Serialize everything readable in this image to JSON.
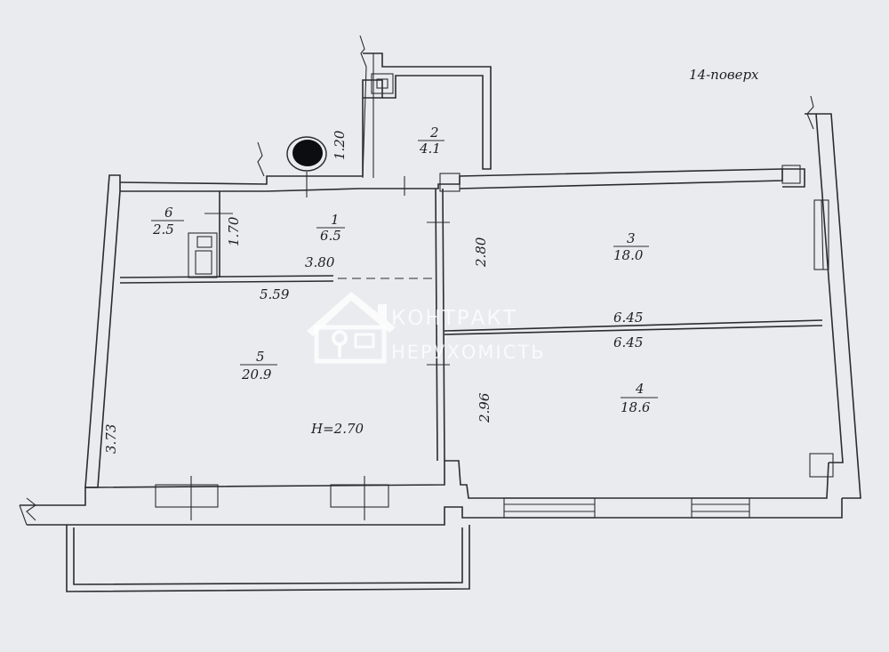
{
  "floor_label": "14-поверх",
  "ceiling_height": "H=2.70",
  "rooms": [
    {
      "number": "1",
      "area": "6.5"
    },
    {
      "number": "2",
      "area": "4.1"
    },
    {
      "number": "3",
      "area": "18.0"
    },
    {
      "number": "4",
      "area": "18.6"
    },
    {
      "number": "5",
      "area": "20.9"
    },
    {
      "number": "6",
      "area": "2.5"
    }
  ],
  "dimensions": {
    "d120": "1.20",
    "d170": "1.70",
    "d380": "3.80",
    "d559": "5.59",
    "d280": "2.80",
    "d645_top": "6.45",
    "d645_bottom": "6.45",
    "d296": "2.96",
    "d373": "3.73"
  },
  "watermark": {
    "line1": "КОНТРАКТ",
    "line2": "НЕРУХОМІСТЬ"
  },
  "colors": {
    "paper": "#e9ebef",
    "ink": "#2a2c32",
    "watermark": "#ffffff"
  }
}
